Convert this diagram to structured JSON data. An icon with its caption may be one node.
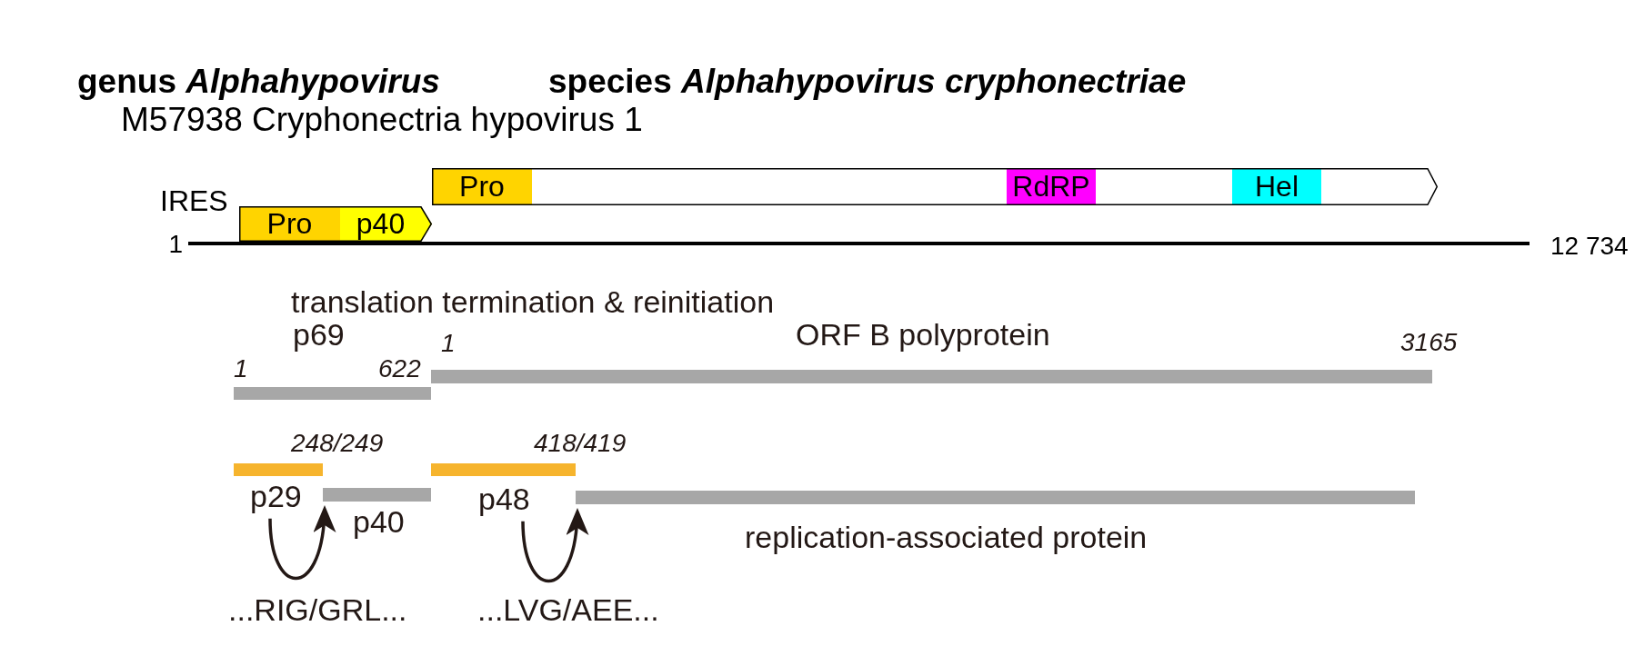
{
  "diagram": {
    "nodes": [
      {
        "text": [],
        "shape": "box"
      },
      {
        "text": [
          "Pro"
        ],
        "in": 0
      },
      {
        "text": [
          "p40"
        ],
        "in": 0
      },
      {
        "text": [],
        "shape": "box"
      },
      {
        "text": [
          "Pro"
        ],
        "in": 3
      },
      {
        "text": [
          "RdRP"
        ],
        "in": 3
      },
      {
        "text": [
          "Hel"
        ],
        "in": 3
      },
      {
        "text": [
          "p69"
        ],
        "beside": [
          "1",
          "622"
        ]
      },
      {
        "text": [
          "ORF B polyprotein"
        ],
        "beside": [
          "1",
          "3165"
        ]
      },
      {
        "text": [
          "p29"
        ]
      },
      {
        "text": [
          "p40"
        ]
      },
      {
        "text": [
          "p48"
        ]
      },
      {
        "text": [
          "replication-associated protein"
        ]
      }
    ],
    "edges": [
      {
        "from": 9,
        "to": 10,
        "arrow": "to"
      },
      {
        "from": 11,
        "to": 12,
        "arrow": "to"
      }
    ],
    "labels": [
      "genus *Alphahypovirus*",
      "species *Alphahypovirus cryphonectriae*",
      "M57938 Cryphonectria hypovirus 1",
      "IRES",
      "1",
      "12 734",
      "translation termination & reinitiation",
      "248/249",
      "418/419",
      "...RIG/GRL...",
      "...LVG/AEE..."
    ]
  }
}
